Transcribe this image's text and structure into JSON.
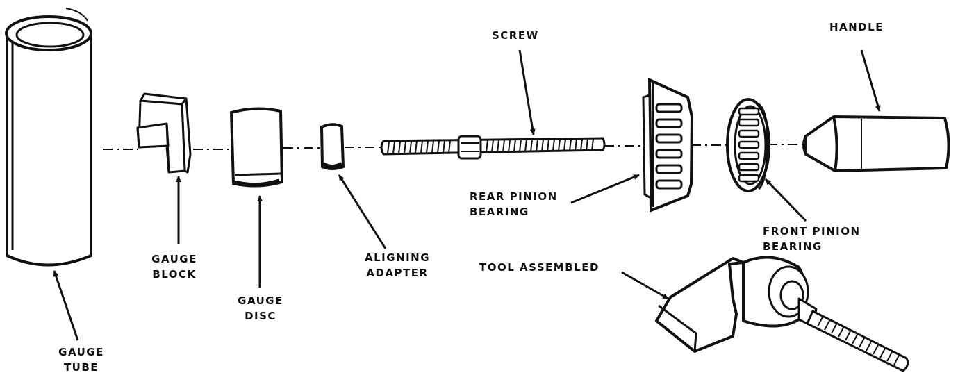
{
  "labels": {
    "screw": "SCREW",
    "handle": "HANDLE",
    "rear_bearing": [
      "REAR PINION",
      "BEARING"
    ],
    "front_bearing": [
      "FRONT PINION",
      "BEARING"
    ],
    "tool_assembled": "TOOL ASSEMBLED",
    "aligning_adapter": [
      "ALIGNING",
      "ADAPTER"
    ],
    "gauge_block": [
      "GAUGE",
      "BLOCK"
    ],
    "gauge_disc": [
      "GAUGE",
      "DISC"
    ],
    "gauge_tube": [
      "GAUGE",
      "TUBE"
    ]
  }
}
